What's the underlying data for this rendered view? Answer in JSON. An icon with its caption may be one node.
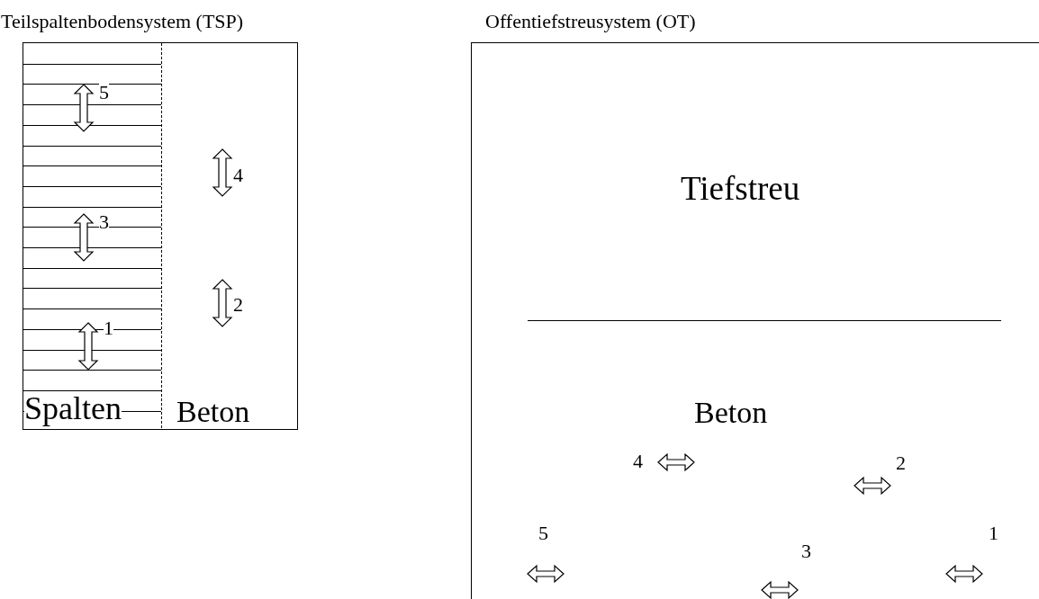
{
  "diagram": {
    "nodes": [
      {
        "text": [
          "Teilspaltenbodensystem (TSP)"
        ]
      },
      {
        "text": [
          "Spalten"
        ],
        "in": 0
      },
      {
        "text": [
          "Beton"
        ],
        "in": 0
      },
      {
        "text": [
          "Offentiefstreusystem (OT)"
        ]
      },
      {
        "text": [
          "Tiefstreu"
        ],
        "in": 3
      },
      {
        "text": [
          "Beton"
        ],
        "in": 3
      }
    ],
    "labels": [
      "5",
      "4",
      "3",
      "2",
      "1",
      "4",
      "2",
      "5",
      "1",
      "3"
    ]
  }
}
